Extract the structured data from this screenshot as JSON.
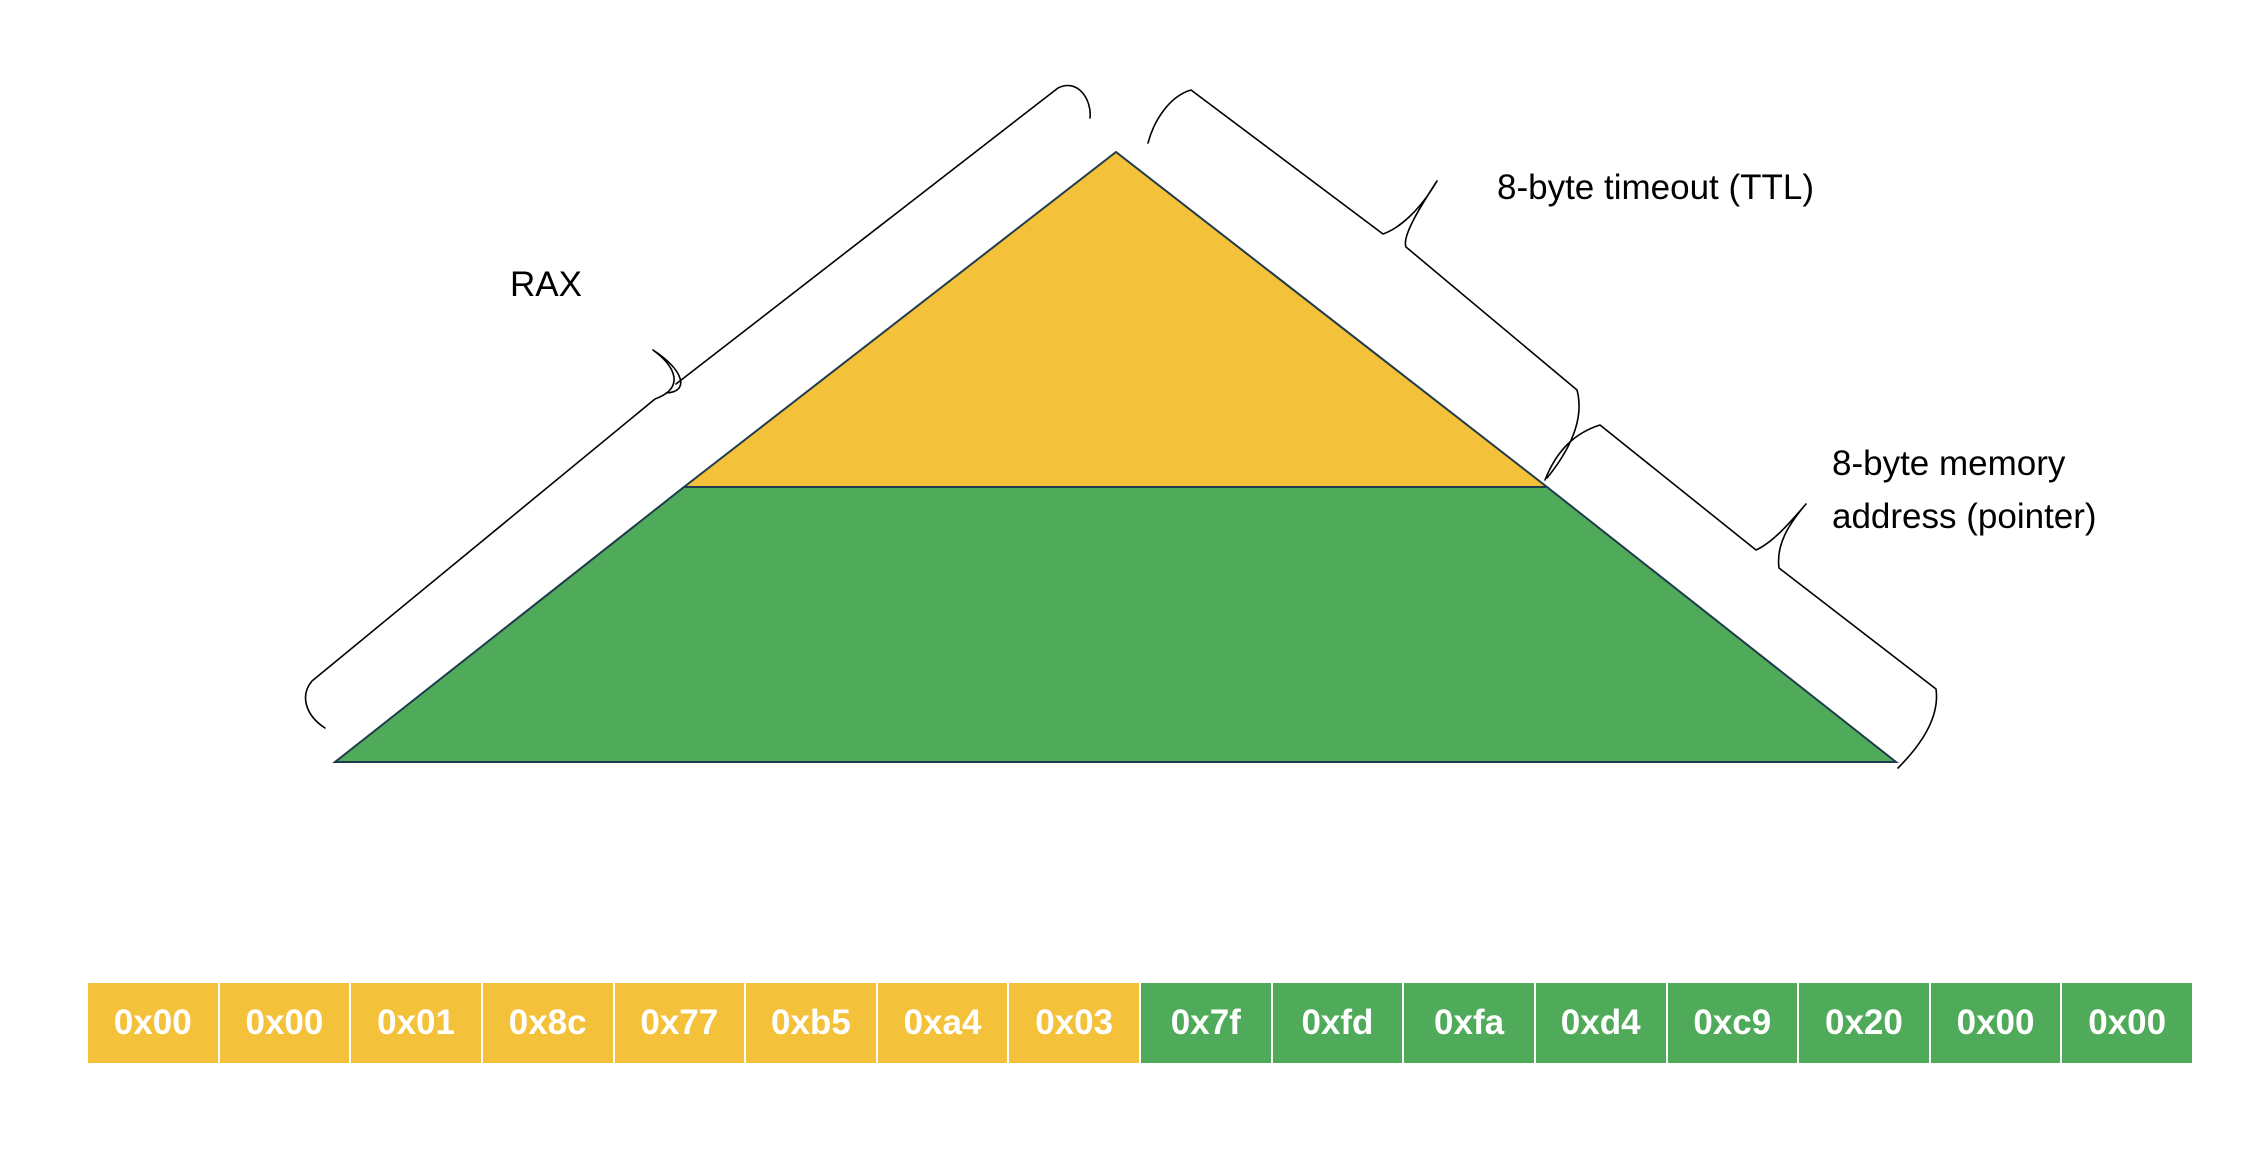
{
  "colors": {
    "ttl": "#F4C13A",
    "pointer": "#4FAB5A",
    "outline": "#1f3b4d",
    "text": "#000000"
  },
  "labels": {
    "rax": "RAX",
    "ttl": "8-byte timeout (TTL)",
    "pointer_line1": "8-byte memory",
    "pointer_line2": "address (pointer)"
  },
  "bytes": [
    {
      "value": "0x00",
      "group": "ttl"
    },
    {
      "value": "0x00",
      "group": "ttl"
    },
    {
      "value": "0x01",
      "group": "ttl"
    },
    {
      "value": "0x8c",
      "group": "ttl"
    },
    {
      "value": "0x77",
      "group": "ttl"
    },
    {
      "value": "0xb5",
      "group": "ttl"
    },
    {
      "value": "0xa4",
      "group": "ttl"
    },
    {
      "value": "0x03",
      "group": "ttl"
    },
    {
      "value": "0x7f",
      "group": "pointer"
    },
    {
      "value": "0xfd",
      "group": "pointer"
    },
    {
      "value": "0xfa",
      "group": "pointer"
    },
    {
      "value": "0xd4",
      "group": "pointer"
    },
    {
      "value": "0xc9",
      "group": "pointer"
    },
    {
      "value": "0x20",
      "group": "pointer"
    },
    {
      "value": "0x00",
      "group": "pointer"
    },
    {
      "value": "0x00",
      "group": "pointer"
    }
  ]
}
